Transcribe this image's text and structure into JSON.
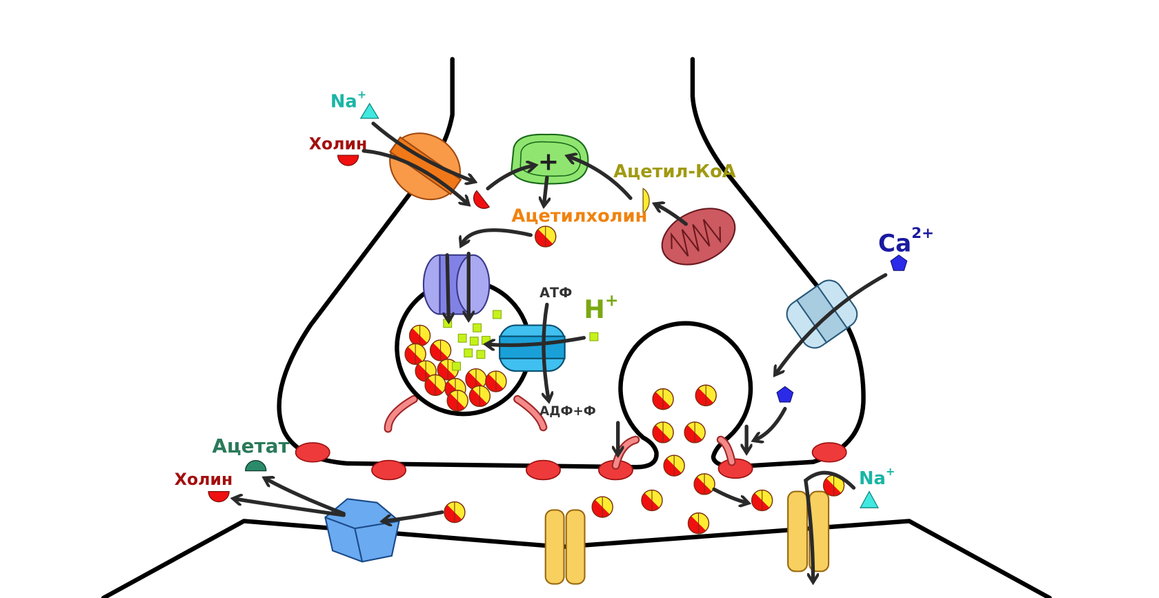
{
  "title": "Cholinergic synapse",
  "labels": {
    "na_top": {
      "text": "Na",
      "sup": "+"
    },
    "choline_top": "Холин",
    "acetyl_coa": "Ацетил-КоА",
    "acetylcholine": "Ацетилхолин",
    "calcium": {
      "text": "Ca",
      "sup": "2+"
    },
    "atp": "АТФ",
    "proton": {
      "text": "H",
      "sup": "+"
    },
    "adp": "АДФ+Ф",
    "acetate": "Ацетат",
    "choline_bottom": "Холин",
    "na_bottom": {
      "text": "Na",
      "sup": "+"
    }
  },
  "colors": {
    "sodium": "#19b5a5",
    "choline": "#a30f0f",
    "acetyl_coa": "#a09a12",
    "acetylcholine": "#f0820f",
    "calcium": "#1a1aa0",
    "proton": "#7aa812",
    "acetate": "#2a7a5a"
  }
}
